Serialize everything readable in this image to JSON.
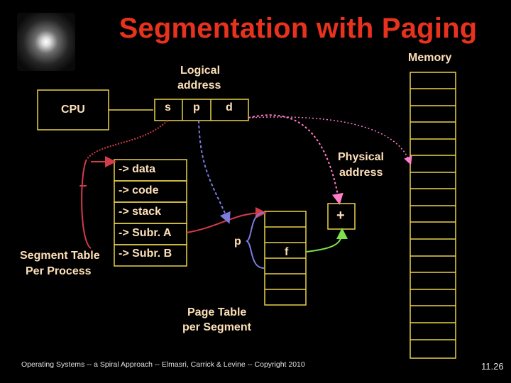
{
  "title": "Segmentation with Paging",
  "labels": {
    "memory": "Memory",
    "logical_address_line1": "Logical",
    "logical_address_line2": "address",
    "cpu": "CPU",
    "addr_s": "s",
    "addr_p": "p",
    "addr_d": "d",
    "physical_address_line1": "Physical",
    "physical_address_line2": "address",
    "plus": "+",
    "page_p": "p",
    "frame_f": "f",
    "segment_table_line1": "Segment Table",
    "segment_table_line2": "Per Process",
    "page_table_line1": "Page Table",
    "page_table_line2": "per Segment"
  },
  "segment_entries": [
    "-> data",
    "-> code",
    "-> stack",
    "-> Subr. A",
    "-> Subr. B"
  ],
  "footer": "Operating Systems -- a Spiral Approach -- Elmasri, Carrick & Levine -- Copyright 2010",
  "slide_number": "11.26",
  "colors": {
    "title": "#e8321e",
    "box_border": "#e9d24a",
    "text": "#fde0b8",
    "arrow_red": "#d33a4a",
    "arrow_pink": "#ff7ec8",
    "arrow_blue": "#7c7ce0",
    "arrow_green": "#7ee04f",
    "background": "#000000"
  }
}
